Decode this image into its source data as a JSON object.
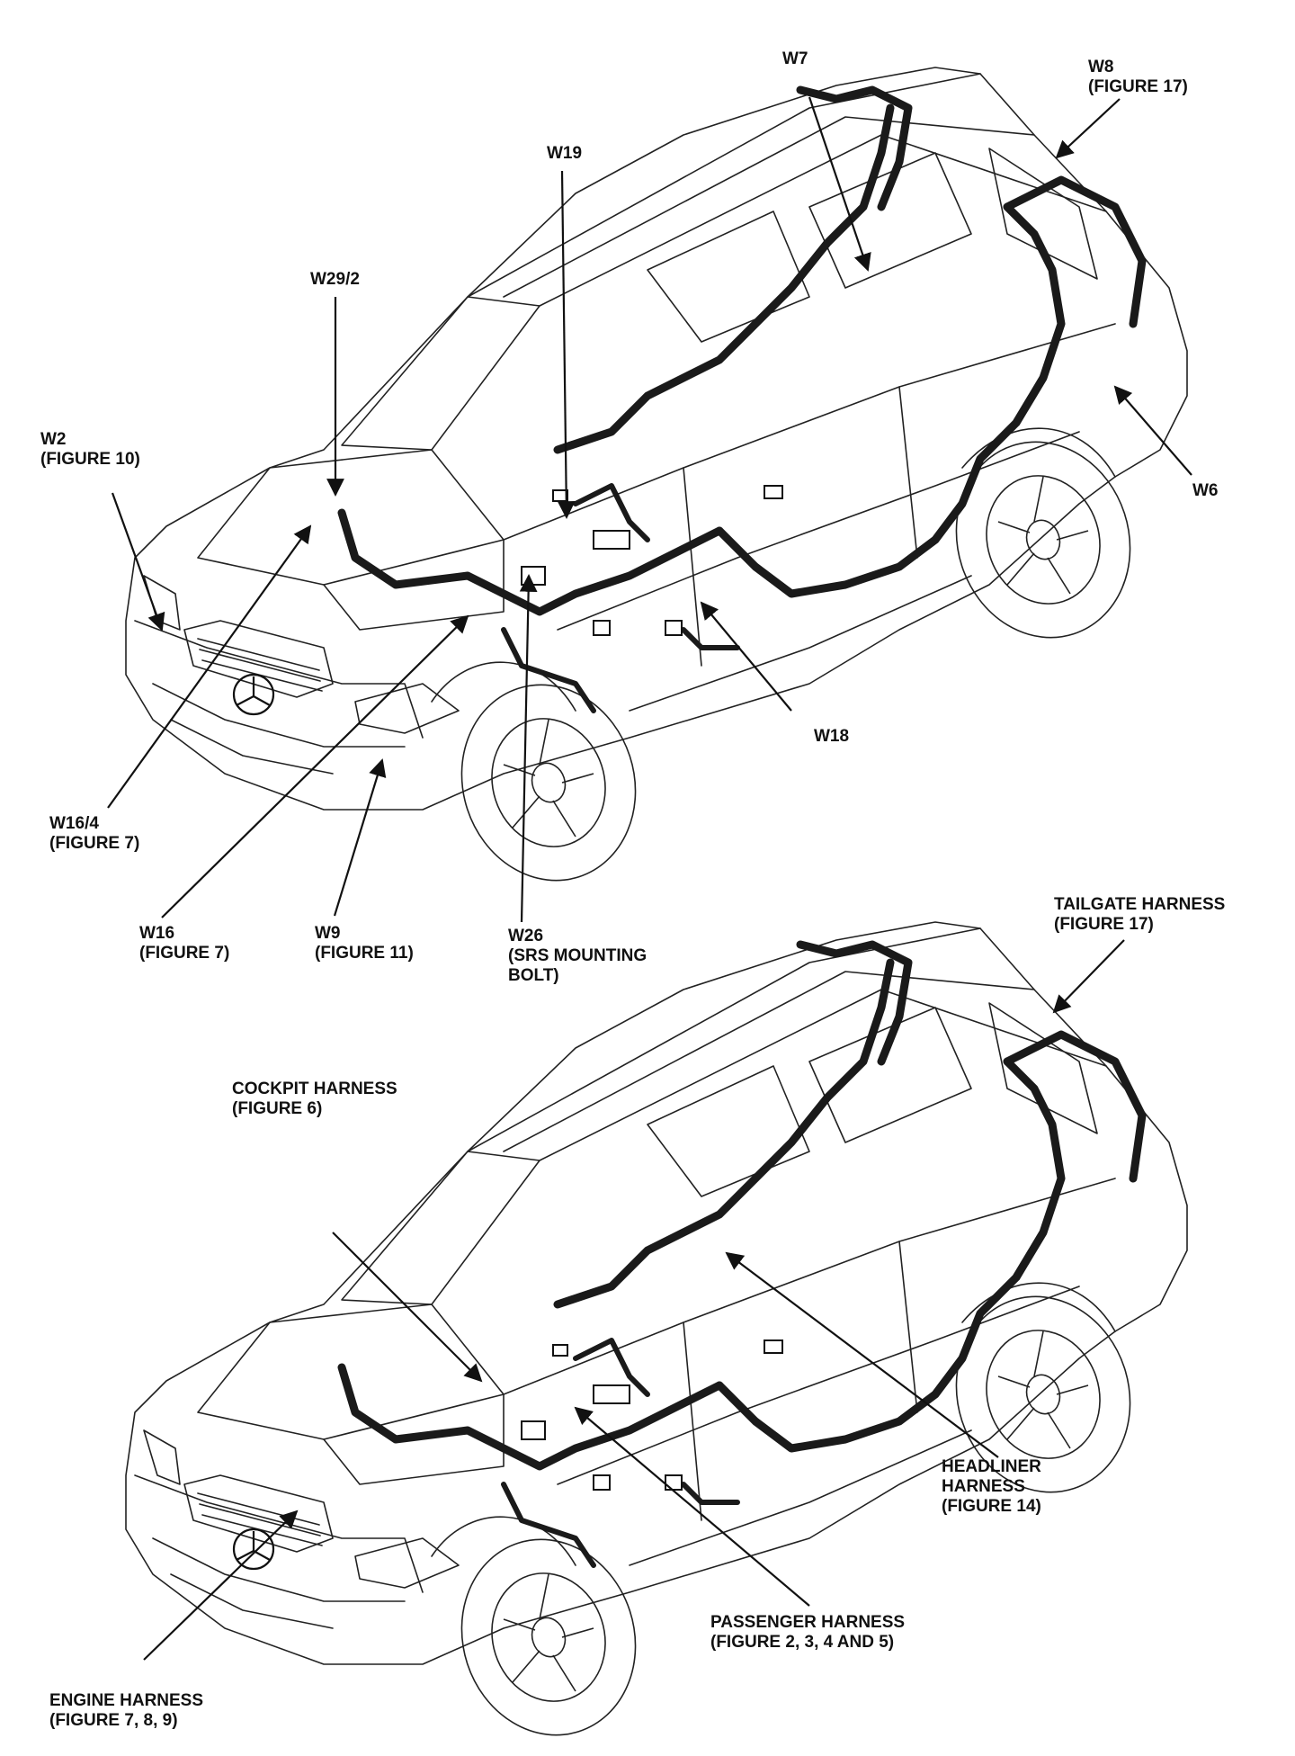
{
  "diagram": {
    "top": {
      "callouts": [
        {
          "id": "w7",
          "lines": [
            "W7"
          ]
        },
        {
          "id": "w8",
          "lines": [
            "W8",
            "(FIGURE 17)"
          ]
        },
        {
          "id": "w19",
          "lines": [
            "W19"
          ]
        },
        {
          "id": "w29-2",
          "lines": [
            "W29/2"
          ]
        },
        {
          "id": "w2",
          "lines": [
            "W2",
            "(FIGURE 10)"
          ]
        },
        {
          "id": "w6",
          "lines": [
            "W6"
          ]
        },
        {
          "id": "w18",
          "lines": [
            "W18"
          ]
        },
        {
          "id": "w16-4",
          "lines": [
            "W16/4",
            "(FIGURE 7)"
          ]
        },
        {
          "id": "w16",
          "lines": [
            "W16",
            "(FIGURE 7)"
          ]
        },
        {
          "id": "w9",
          "lines": [
            "W9",
            "(FIGURE 11)"
          ]
        },
        {
          "id": "w26",
          "lines": [
            "W26",
            "(SRS MOUNTING",
            "BOLT)"
          ]
        }
      ]
    },
    "bottom": {
      "callouts": [
        {
          "id": "tailgate",
          "lines": [
            "TAILGATE HARNESS",
            "(FIGURE 17)"
          ]
        },
        {
          "id": "cockpit",
          "lines": [
            "COCKPIT HARNESS",
            "(FIGURE 6)"
          ]
        },
        {
          "id": "headliner",
          "lines": [
            "HEADLINER",
            "HARNESS",
            "(FIGURE 14)"
          ]
        },
        {
          "id": "passenger",
          "lines": [
            "PASSENGER HARNESS",
            "(FIGURE 2, 3, 4 AND 5)"
          ]
        },
        {
          "id": "engine",
          "lines": [
            "ENGINE HARNESS",
            "(FIGURE 7, 8, 9)"
          ]
        }
      ]
    },
    "colors": {
      "line": "#111111",
      "harness": "#1a1a1a",
      "background": "#ffffff"
    }
  }
}
